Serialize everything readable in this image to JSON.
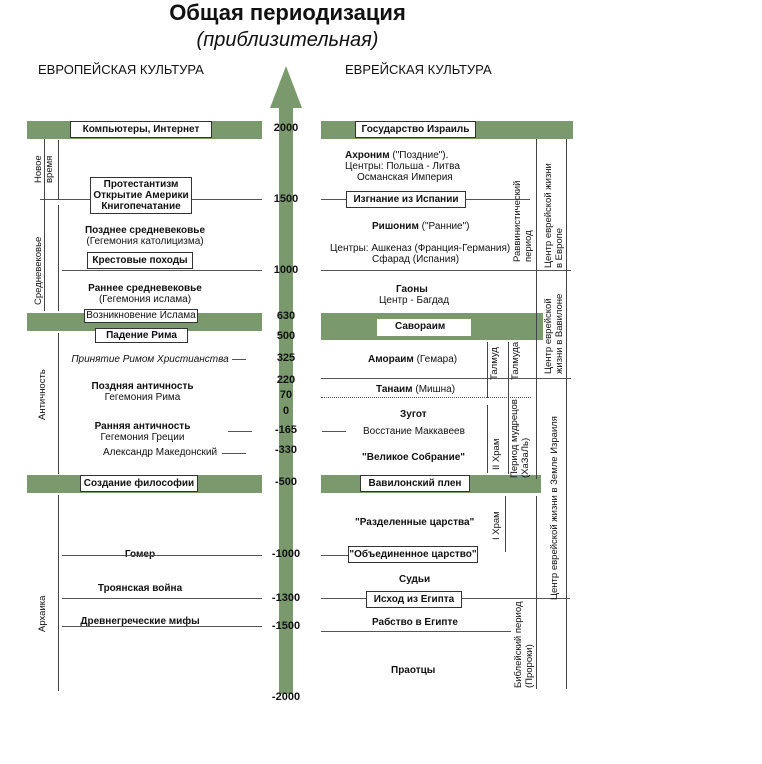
{
  "header": {
    "title": "Общая периодизация",
    "subtitle": "(приблизительная)",
    "left_heading": "ЕВРОПЕЙСКАЯ КУЛЬТУРА",
    "right_heading": "ЕВРЕЙСКАЯ КУЛЬТУРА"
  },
  "axis_years": [
    "2000",
    "1500",
    "1000",
    "630",
    "500",
    "325",
    "220",
    "70",
    "0",
    "-165",
    "-330",
    "-500",
    "-1000",
    "-1300",
    "-1500",
    "-2000"
  ],
  "left": {
    "computers": "Компьютеры, Интернет",
    "prot1": "Протестантизм",
    "prot2": "Открытие Америки",
    "prot3": "Книгопечатание",
    "late_mid": "Позднее средневековье",
    "late_mid_sub": "(Гегемония католицизма)",
    "crusades": "Крестовые походы",
    "early_mid": "Раннее средневековье",
    "early_mid_sub": "(Гегемония ислама)",
    "islam": "Возникновение Ислама",
    "rome_fall": "Падение Рима",
    "christianity": "Принятие Римом Христианства",
    "late_ant": "Поздняя античность",
    "late_ant_sub": "Гегемония Рима",
    "early_ant": "Ранняя античность",
    "early_ant_sub": "Гегемония Греции",
    "alexander": "Александр Македонский",
    "philosophy": "Создание философии",
    "homer": "Гомер",
    "troy": "Троянская война",
    "myths": "Древнегреческие мифы",
    "period_new": "Новое время",
    "period_medieval": "Средневековье",
    "period_antiquity": "Античность",
    "period_archaic": "Архаика"
  },
  "right": {
    "israel": "Государство Израиль",
    "acharonim": "Ахроним",
    "acharonim_q": "(\"Поздние\").",
    "acharonim_c1": "Центры: Польша - Литва",
    "acharonim_c2": "Османская Империя",
    "expulsion": "Изгнание из Испании",
    "rishonim": "Ришоним",
    "rishonim_q": "(\"Ранние\")",
    "rishonim_c1": "Центры: Ашкеназ (Франция-Германия)",
    "rishonim_c2": "Сфарад (Испания)",
    "geonim": "Гаоны",
    "geonim_c": "Центр - Багдад",
    "savoraim": "Савораим",
    "amoraim": "Амораим",
    "amoraim_q": "(Гемара)",
    "tannaim": "Танаим",
    "tannaim_q": "(Мишна)",
    "zugot": "Зугот",
    "maccabees": "Восстание Маккавеев",
    "great_assembly": "\"Великое Собрание\"",
    "babylon_exile": "Вавилонский плен",
    "divided": "\"Разделенные царства\"",
    "united": "\"Объединенное царство\"",
    "judges": "Судьи",
    "exodus": "Исход из Египта",
    "slavery": "Рабство в Египте",
    "patriarchs": "Праотцы",
    "v_rabbinic": "Раввинистический",
    "v_rabbinic2": "период",
    "v_europe1": "Центр еврейской жизни",
    "v_europe2": "в Европе",
    "v_babylon1": "Центр еврейской",
    "v_babylon2": "жизни в Вавилоне",
    "v_talmud1": "Талмуд",
    "v_talmud2": "Талмуда",
    "v_sages1": "Период мудрецов",
    "v_sages2": "(ХаЗаЛь)",
    "v_temple2": "II Храм",
    "v_israel": "Центр еврейской жизни в Земле Израиля",
    "v_temple1": "I Храм",
    "v_biblical1": "Библейский период",
    "v_biblical2": "(Пророки)"
  }
}
